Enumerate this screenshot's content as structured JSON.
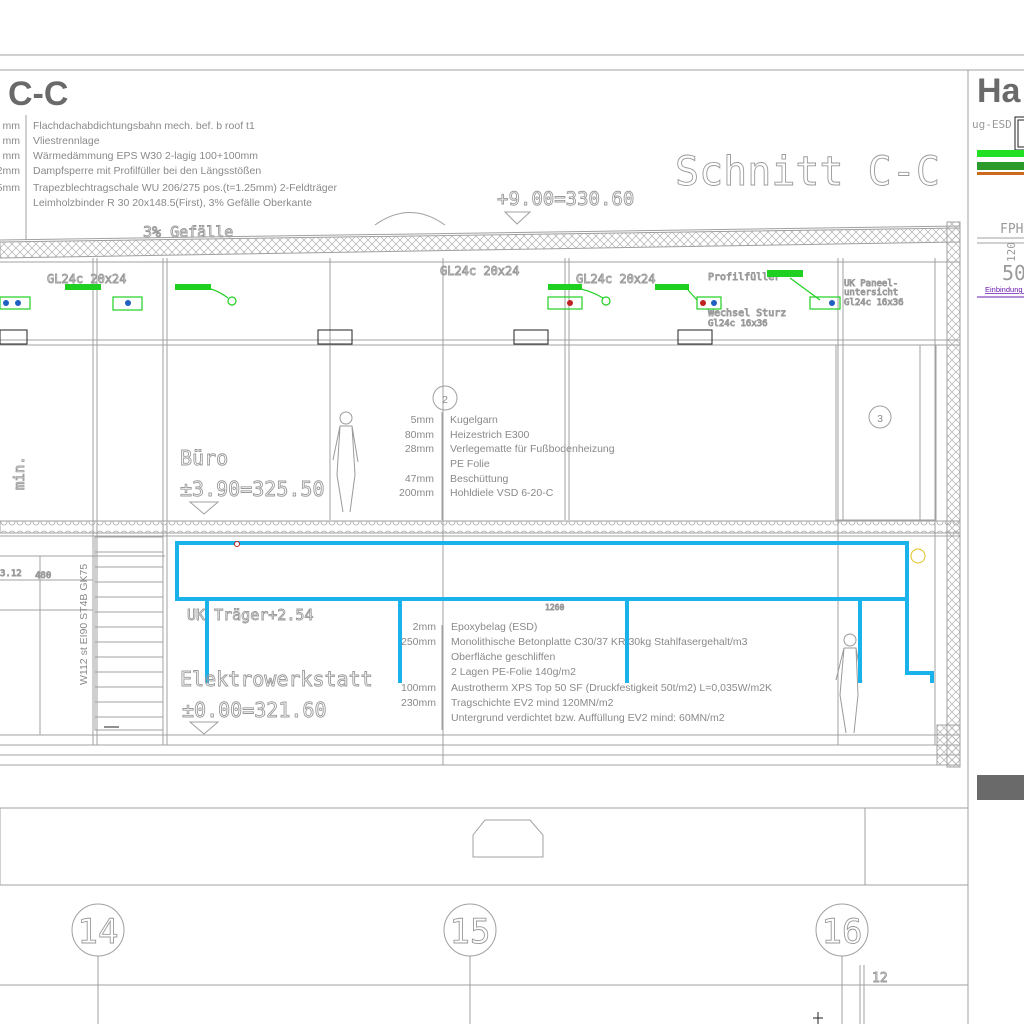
{
  "title_left": "C-C",
  "title_right": "Ha",
  "section_title": "Schnitt C-C",
  "right_panel": {
    "label_top": "ug-ESD",
    "label_fph": "FPH",
    "dim_120": "120",
    "dim_50": "50",
    "link": "Einbindung I"
  },
  "roof_layers": [
    {
      "thk": "mm",
      "text": "Flachdachabdichtungsbahn mech. bef. b roof t1"
    },
    {
      "thk": "mm",
      "text": "Vliestrennlage"
    },
    {
      "thk": "mm",
      "text": "Wärmedämmung EPS W30 2-lagig 100+100mm"
    },
    {
      "thk": "2mm",
      "text": "Dampfsperre mit Profilfüller bei den Längsstößen"
    },
    {
      "thk": "5mm",
      "text": "Trapezblechtragschale WU 206/275 pos.(t=1.25mm) 2-Feldträger"
    },
    {
      "thk": "",
      "text": "Leimholzbinder R 30 20x148.5(First), 3% Gefälle Oberkante"
    }
  ],
  "roof_elevation": "+9.00=330.60",
  "roof_slope": "3% Gefälle",
  "beams": [
    "GL24c 20x24",
    "GL24c 20x24",
    "GL24c 20x24"
  ],
  "labels_right": {
    "profil": "Profilfüller",
    "wechsel1": "Wechsel Sturz",
    "wechsel2": "Gl24c 16x36",
    "uk1": "UK Paneel-",
    "uk2": "untersicht",
    "uk3": "Gl24c 16x36"
  },
  "upper_floor": {
    "room": "Büro",
    "elevation": "±3.90=325.50",
    "marker": "2",
    "marker3": "3",
    "min": "min.",
    "layers": [
      {
        "thk": "5mm",
        "text": "Kugelgarn"
      },
      {
        "thk": "80mm",
        "text": "Heizestrich E300"
      },
      {
        "thk": "28mm",
        "text": "Verlegematte für Fußbodenheizung"
      },
      {
        "thk": "",
        "text": "PE Folie"
      },
      {
        "thk": "47mm",
        "text": "Beschüttung"
      },
      {
        "thk": "200mm",
        "text": "Hohldiele VSD 6-20-C"
      }
    ]
  },
  "ground_floor": {
    "room": "Elektrowerkstatt",
    "elevation": "±0.00=321.60",
    "uk_traeger": "UK Träger+2.54",
    "dim_1260": "1260",
    "dim_480": "480",
    "dim_312": "3.12",
    "wall": "W112 st EI90 ST4B GK75",
    "layers": [
      {
        "thk": "2mm",
        "text": "Epoxybelag (ESD)"
      },
      {
        "thk": "250mm",
        "text": "Monolithische Betonplatte C30/37 KR 30kg Stahlfasergehalt/m3"
      },
      {
        "thk": "",
        "text": "Oberfläche geschliffen"
      },
      {
        "thk": "",
        "text": "2 Lagen PE-Folie 140g/m2"
      },
      {
        "thk": "100mm",
        "text": "Austrotherm XPS Top 50 SF (Druckfestigkeit 50t/m2) L=0,035W/m2K"
      },
      {
        "thk": "230mm",
        "text": "Tragschichte EV2 mind 120MN/m2"
      },
      {
        "thk": "",
        "text": "Untergrund verdichtet bzw. Auffüllung EV2 mind: 60MN/m2"
      }
    ]
  },
  "grid_axes": [
    "14",
    "15",
    "16"
  ],
  "dim_12": "12",
  "colors": {
    "pipe": "#19b2ea",
    "annotation": "#20d020",
    "link": "#6a1bb0",
    "bar1": "#22e022",
    "bar2": "#2a9a2a",
    "bar3": "#cc6a20"
  }
}
